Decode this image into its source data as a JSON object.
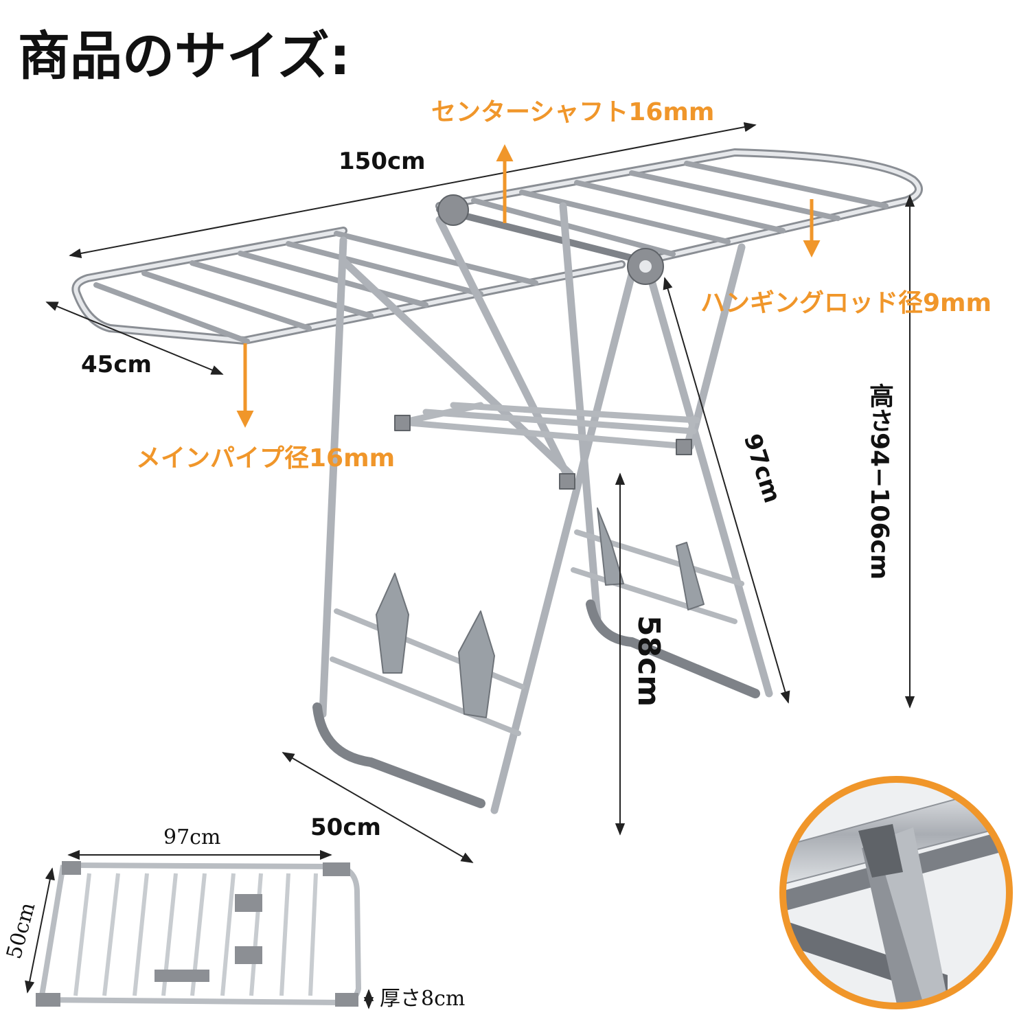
{
  "title": "商品のサイズ:",
  "dimensions": {
    "length": "150cm",
    "depth": "45cm",
    "leg_depth": "50cm",
    "leg_length": "97cm",
    "lower_height": "58cm",
    "height": "高さ94−106cm"
  },
  "specs": {
    "center_shaft": "センターシャフト16mm",
    "hanging_rod": "ハンギングロッド径9mm",
    "main_pipe": "メインパイプ径16mm"
  },
  "folded": {
    "width": "97cm",
    "depth": "50cm",
    "thickness": "厚さ8cm"
  },
  "colors": {
    "accent": "#f0962a",
    "dimension_line": "#222222",
    "frame": "#b9bdc2",
    "frame_dark": "#7e8288",
    "joint": "#8c8f94"
  },
  "icons": {
    "detail_inset": "magnified-joint-detail-icon"
  }
}
